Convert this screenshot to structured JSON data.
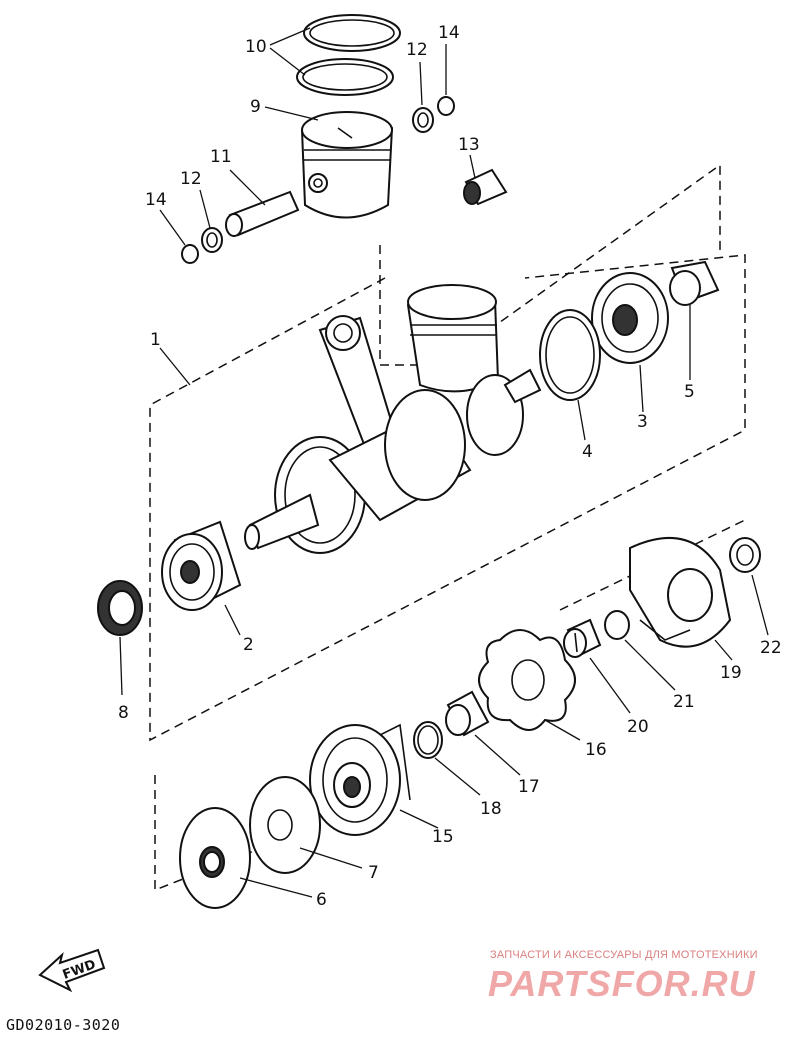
{
  "diagram": {
    "code": "GD02010-3020",
    "fwd_label": "FWD",
    "watermark": {
      "caption": "ЗАПЧАСТИ И АКСЕССУАРЫ ДЛЯ МОТОТЕХНИКИ",
      "logo": "PARTSFOR.RU"
    },
    "callouts": [
      "1",
      "2",
      "3",
      "4",
      "5",
      "6",
      "7",
      "8",
      "9",
      "10",
      "11",
      "12",
      "12",
      "13",
      "14",
      "14",
      "15",
      "16",
      "17",
      "18",
      "19",
      "20",
      "21",
      "22"
    ]
  }
}
